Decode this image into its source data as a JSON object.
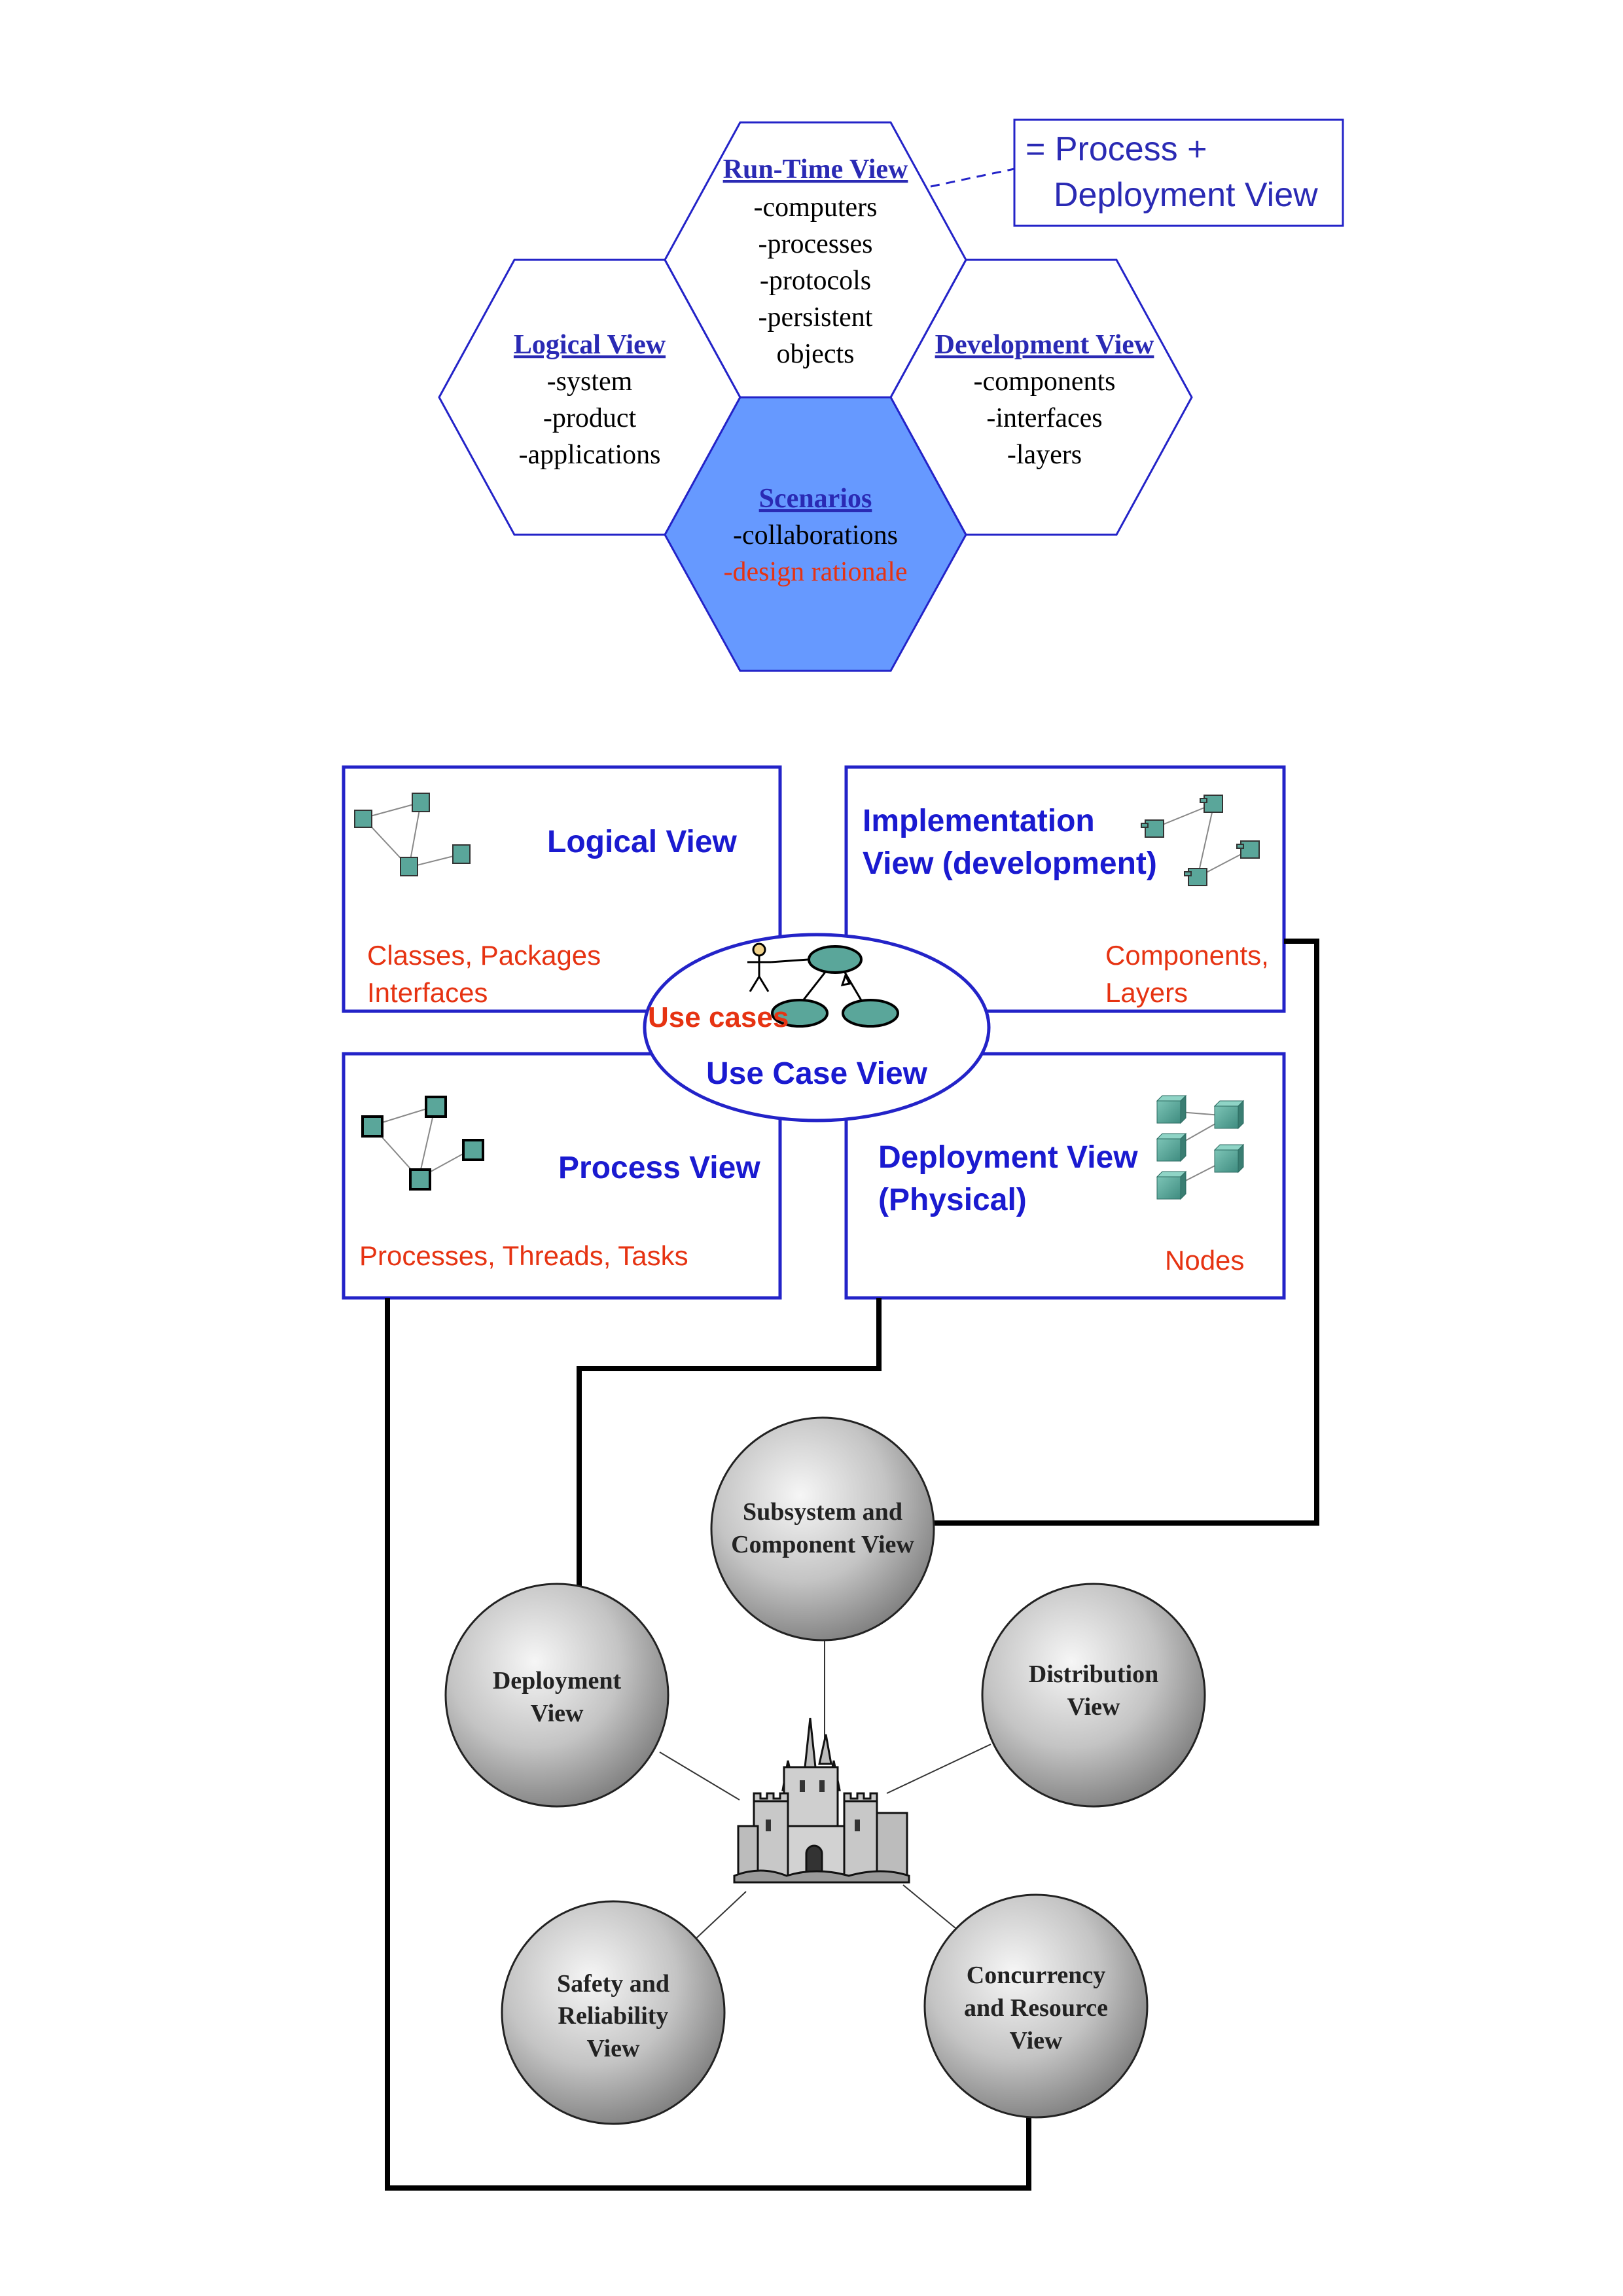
{
  "colors": {
    "blue_text": "#1a1ad0",
    "hex_outline": "#2323c8",
    "hex_fill_highlight": "#6699ff",
    "red_text": "#e63312",
    "sphere_light": "#f4f4f4",
    "sphere_dark": "#8a8a8a",
    "connector": "#000000",
    "node_fill": "#5aa69a"
  },
  "hexagons": {
    "runtime": {
      "title": "Run-Time View",
      "items": [
        "-computers",
        "-processes",
        "-protocols",
        "-persistent",
        "objects"
      ]
    },
    "logical": {
      "title": "Logical View",
      "items": [
        "-system",
        "-product",
        "-applications"
      ]
    },
    "development": {
      "title": "Development View",
      "items": [
        "-components",
        "-interfaces",
        "-layers"
      ]
    },
    "scenarios": {
      "title": "Scenarios",
      "items": [
        "-collaborations"
      ],
      "highlight_item": "-design rationale"
    }
  },
  "callout": {
    "line1": "= Process +",
    "line2": "Deployment View"
  },
  "boxes": {
    "logical": {
      "title": "Logical View",
      "sub1": "Classes, Packages",
      "sub2": "Interfaces"
    },
    "implementation": {
      "title1": "Implementation",
      "title2": "View (development)",
      "sub1": "Components,",
      "sub2": "Layers"
    },
    "process": {
      "title": "Process View",
      "sub1": "Processes, Threads, Tasks"
    },
    "deployment": {
      "title1": "Deployment View",
      "title2": "(Physical)",
      "sub1": "Nodes"
    },
    "usecase": {
      "label": "Use cases",
      "title": "Use Case View"
    }
  },
  "spheres": {
    "subsystem": {
      "lines": [
        "Subsystem and",
        "Component View"
      ]
    },
    "deployment": {
      "lines": [
        "Deployment",
        "View"
      ]
    },
    "distribution": {
      "lines": [
        "Distribution",
        "View"
      ]
    },
    "safety": {
      "lines": [
        "Safety and",
        "Reliability",
        "View"
      ]
    },
    "concurrency": {
      "lines": [
        "Concurrency",
        "and Resource",
        "View"
      ]
    }
  },
  "center_icon": "castle-icon"
}
